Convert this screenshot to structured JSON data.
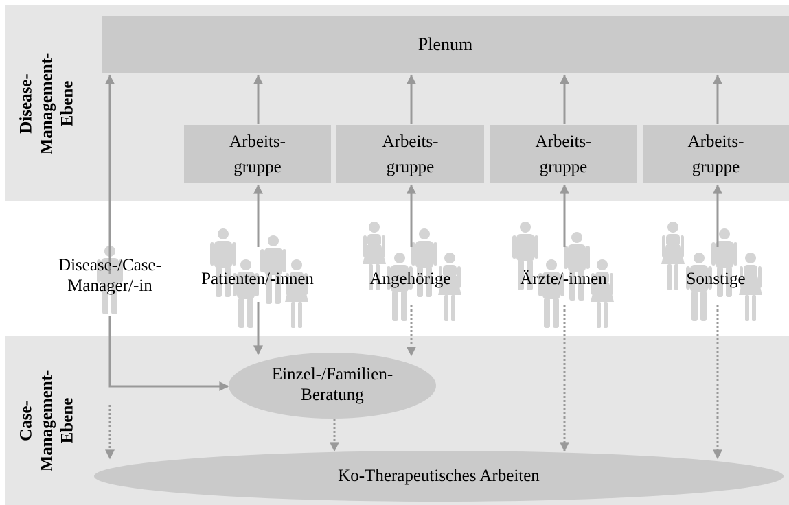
{
  "levels": {
    "disease": "Disease-\nManagement-\nEbene",
    "case": "Case-\nManagement-\nEbene"
  },
  "plenum": "Plenum",
  "groups": [
    "Arbeits-\ngruppe",
    "Arbeits-\ngruppe",
    "Arbeits-\ngruppe",
    "Arbeits-\ngruppe"
  ],
  "actors": {
    "manager": "Disease-/Case-\nManager/-in",
    "patients": "Patienten/-innen",
    "relatives": "Angehörige",
    "doctors": "Ärzte/-innen",
    "others": "Sonstige"
  },
  "counseling": "Einzel-/Familien-\nBeratung",
  "co_therapy": "Ko-Therapeutisches Arbeiten",
  "colors": {
    "band": "#e6e6e6",
    "box": "#cacaca",
    "arrow": "#999999",
    "person": "#d4d4d4"
  }
}
